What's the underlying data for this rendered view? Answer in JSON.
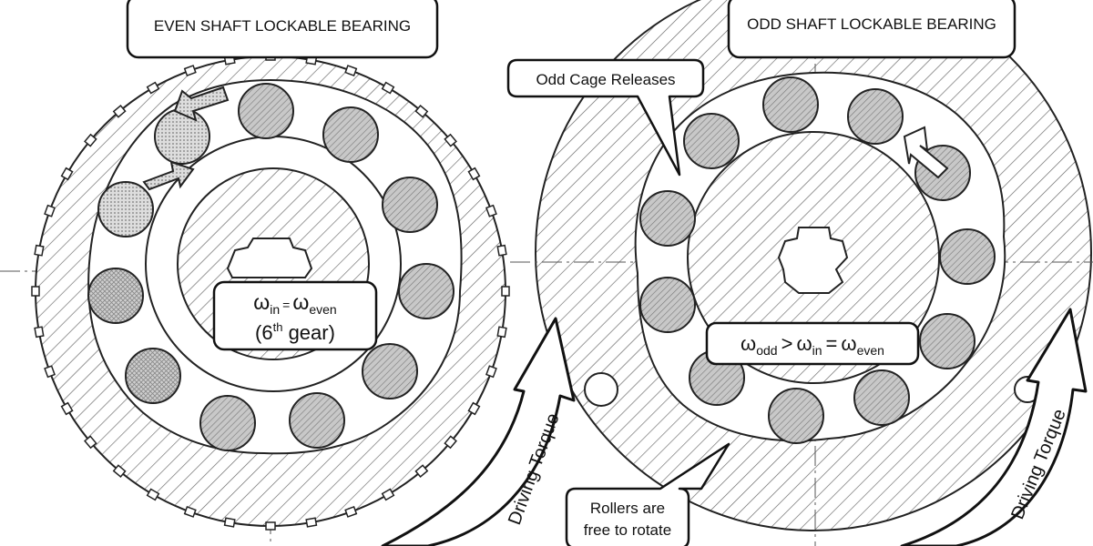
{
  "even_bearing": {
    "title": "EVEN SHAFT LOCKABLE BEARING",
    "equation": {
      "w1": "ω",
      "sub1": "in",
      "eq": "=",
      "w2": "ω",
      "sub2": "even",
      "gear_open": "(6",
      "gear_sup": "th",
      "gear_close": " gear)"
    }
  },
  "odd_bearing": {
    "title": "ODD SHAFT LOCKABLE BEARING",
    "equation": {
      "w1": "ω",
      "sub1": "odd",
      "gt": ">",
      "w2": "ω",
      "sub2": "in",
      "eq": "=",
      "w3": "ω",
      "sub3": "even"
    }
  },
  "callouts": {
    "odd_cage": "Odd Cage Releases",
    "rollers_line1": "Rollers are",
    "rollers_line2": "free to rotate"
  },
  "arrows": {
    "left_torque": "Driving Torque",
    "right_torque": "Driving Torque"
  }
}
